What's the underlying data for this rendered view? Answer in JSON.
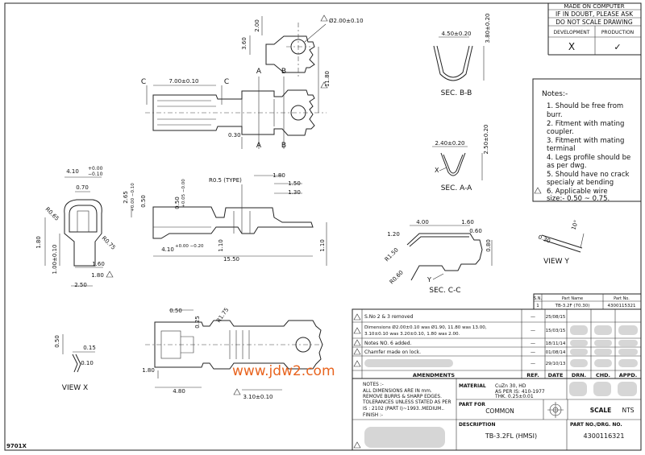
{
  "header": {
    "made_on_computer": "MADE ON COMPUTER",
    "if_in_doubt": "IF IN DOUBT, PLEASE ASK",
    "do_not_scale": "DO NOT SCALE DRAWING",
    "development": "DEVELOPMENT",
    "production": "PRODUCTION",
    "dev_mark": "X",
    "prod_mark": "✓"
  },
  "notes": {
    "title": "Notes:-",
    "items": [
      "1.  Should be free from",
      "     burr.",
      "2.  Fitment with mating",
      "     coupler.",
      "3.  Fitment with mating",
      "     terminal",
      "4.  Legs profile should be",
      "     as per dwg.",
      "5.  Should have no crack",
      "     specialy at bending",
      "6.  Applicable wire",
      "     size:-  0.50  ~  0.75."
    ],
    "item6_num": "6"
  },
  "dims": {
    "d_200": "2.00",
    "d_360": "3.60",
    "d_hole": "Ø2.00±0.10",
    "d_1180": "11.80",
    "d_700": "7.00±0.10",
    "d_030": "0.30",
    "sec_c": "C",
    "sec_a": "A",
    "sec_b": "B",
    "d_450": "4.50±0.20",
    "d_380": "3.80±0.20",
    "d_240": "2.40±0.20",
    "d_250": "2.50±0.20",
    "x_mark": "X",
    "d_410": "4.10",
    "d_410_tol": "+0.00",
    "d_410_tol2": "−0.10",
    "d_070": "0.70",
    "r_065": "R0.65",
    "r_075": "R0.75",
    "d_180": "1.80",
    "d_100": "1.00±0.10",
    "d_160": "1.60",
    "d_250b": "2.50",
    "d_180b": "1.80",
    "d_265": "2.65",
    "d_265_tol": "+0.00 −0.10",
    "d_050": "0.50",
    "d_050b": "0.50",
    "d_050b_tol": "+0.05 −0.00",
    "r_05": "R0.5 (TYPE)",
    "d_180c": "1.80",
    "d_150": "1.50",
    "d_130": "1.30",
    "d_410b": "4.10",
    "d_410b_tol": "+0.00 −0.20",
    "d_110": "1.10",
    "d_1550": "15.50",
    "d_110b": "1.10",
    "d_400": "4.00",
    "d_160b": "1.60",
    "d_120": "1.20",
    "d_060": "0.60",
    "d_080": "0.80",
    "r_150": "R1.50",
    "r_060": "R0.60",
    "y_mark": "Y",
    "d_030b": "0.30",
    "d_10deg": "10°",
    "d_050c": "0.50",
    "d_025": "0.25",
    "r_175": "R1.75",
    "d_180d": "1.80",
    "d_480": "4.80",
    "d_310": "3.10±0.10",
    "d_050d": "0.50",
    "d_015": "0.15",
    "d_010": "0.10"
  },
  "views": {
    "sec_bb": "SEC. B-B",
    "sec_aa": "SEC. A-A",
    "sec_cc": "SEC. C-C",
    "view_y": "VIEW Y",
    "view_x": "VIEW X"
  },
  "parts_list": {
    "col_sn": "S.N.",
    "col_name": "Part Name",
    "col_no": "Part No.",
    "row_sn": "1",
    "row_name": "TB-3.2F (70.30)",
    "row_no": "4300115321"
  },
  "revisions": {
    "rows": [
      {
        "num": "2",
        "text": "S.No 2 & 3 removed",
        "ref": "—",
        "date": "25/08/15"
      },
      {
        "num": "",
        "text": "Dimensions Ø2.00±0.10 was Ø1.90, 11.80 was 13.00, 3.10±0.10 was 3.20±0.10, 1.80 was 2.00.",
        "ref": "—",
        "date": "15/03/15"
      },
      {
        "num": "",
        "text": "Notes NO. 6 added.",
        "ref": "—",
        "date": "18/11/14"
      },
      {
        "num": "",
        "text": "Chamfer made on lock.",
        "ref": "—",
        "date": "01/08/14"
      },
      {
        "num": "",
        "text": "",
        "ref": "—",
        "date": "29/10/13"
      }
    ],
    "col_amend": "AMENDMENTS",
    "col_ref": "REF.",
    "col_date": "DATE",
    "col_drn": "DRN.",
    "col_chd": "CHD.",
    "col_appd": "APPD."
  },
  "title_block": {
    "notes_lines": [
      "NOTES :-",
      "ALL DIMENSIONS ARE IN mm.",
      "REMOVE BURRS & SHARP EDGES.",
      "TOLERANCES UNLESS STATED AS PER",
      "IS : 2102 (PART I)~1993..MEDIUM..",
      "FINISH :-"
    ],
    "material_label": "MATERIAL",
    "material_value": "CuZn 30, HD",
    "material_std": "AS PER IS: 410-1977",
    "material_thk": "THK. 0.25±0.01",
    "part_for_label": "PART FOR",
    "part_for_value": "COMMON",
    "scale_label": "SCALE",
    "scale_value": "NTS",
    "description_label": "DESCRIPTION",
    "description_value": "TB-3.2FL (HMSI)",
    "part_no_label": "PART NO./DRG. NO.",
    "part_no_value": "4300116321"
  },
  "footer_code": "9701X",
  "watermark": "www.jdw2.com"
}
